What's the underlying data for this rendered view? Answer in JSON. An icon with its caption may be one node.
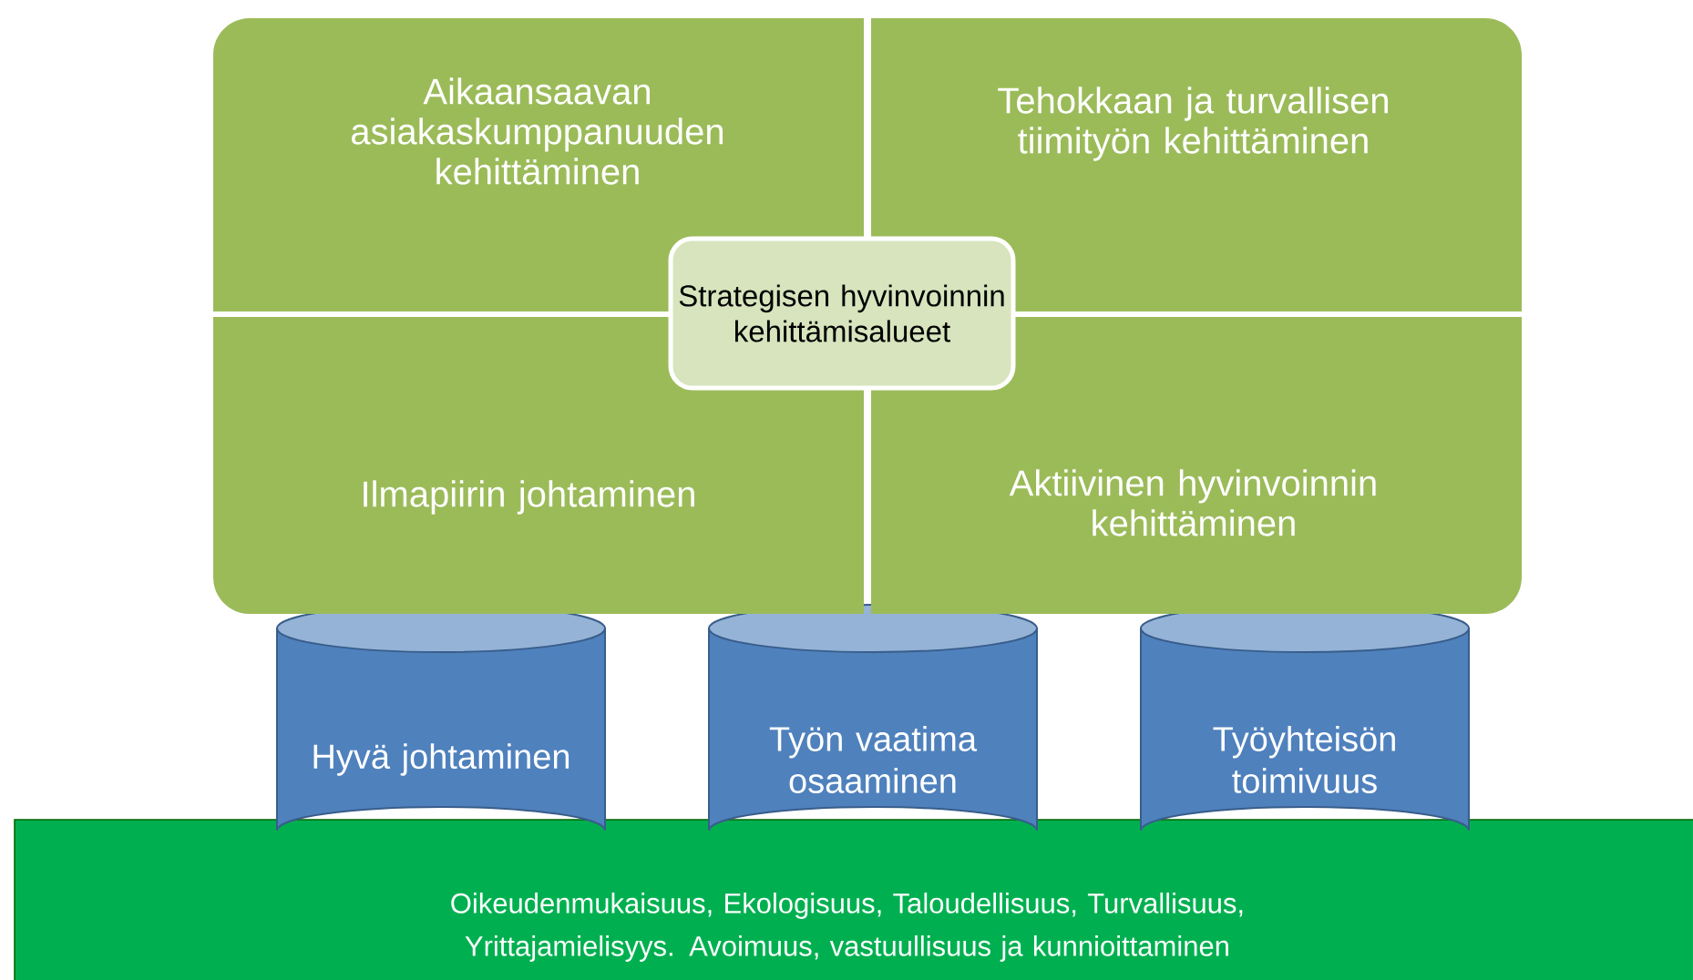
{
  "diagram": {
    "nodes": [
      {
        "text": [
          "Aikaansaavan asiakaskumppanuuden kehittäminen"
        ]
      },
      {
        "text": [
          "Tehokkaan ja turvallisen tiimityön kehittäminen"
        ]
      },
      {
        "text": [
          "Ilmapiirin johtaminen"
        ]
      },
      {
        "text": [
          "Aktiivinen hyvinvoinnin kehittäminen"
        ]
      },
      {
        "text": [
          "Strategisen hyvinvoinnin kehittämisalueet"
        ]
      },
      {
        "text": [
          "Hyvä johtaminen"
        ]
      },
      {
        "text": [
          "Työn vaatima osaaminen"
        ]
      },
      {
        "text": [
          "Työyhteisön toimivuus"
        ]
      },
      {
        "text": [
          "Oikeudenmukaisuus, Ekologisuus, Taloudellisuus, Turvallisuus, Yrittajamielisyys. Avoimuus, vastuullisuus ja kunnioittaminen"
        ]
      }
    ],
    "edges": []
  }
}
